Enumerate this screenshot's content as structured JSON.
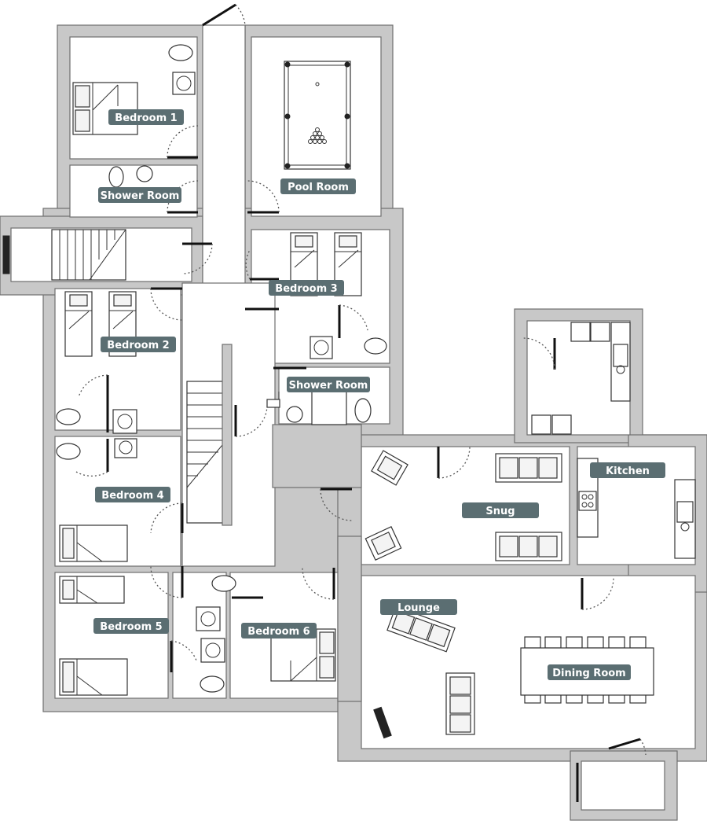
{
  "rooms": {
    "bedroom_1": "Bedroom 1",
    "shower_room_upper": "Shower Room",
    "pool_room": "Pool Room",
    "bedroom_3": "Bedroom 3",
    "bedroom_2": "Bedroom 2",
    "shower_room_middle": "Shower Room",
    "bedroom_4": "Bedroom 4",
    "snug": "Snug",
    "kitchen": "Kitchen",
    "lounge": "Lounge",
    "bedroom_5": "Bedroom 5",
    "bedroom_6": "Bedroom 6",
    "dining_room": "Dining Room"
  },
  "colors": {
    "wall": "#c8c8c8",
    "label_background": "#5b6e72",
    "label_text": "#ffffff"
  }
}
